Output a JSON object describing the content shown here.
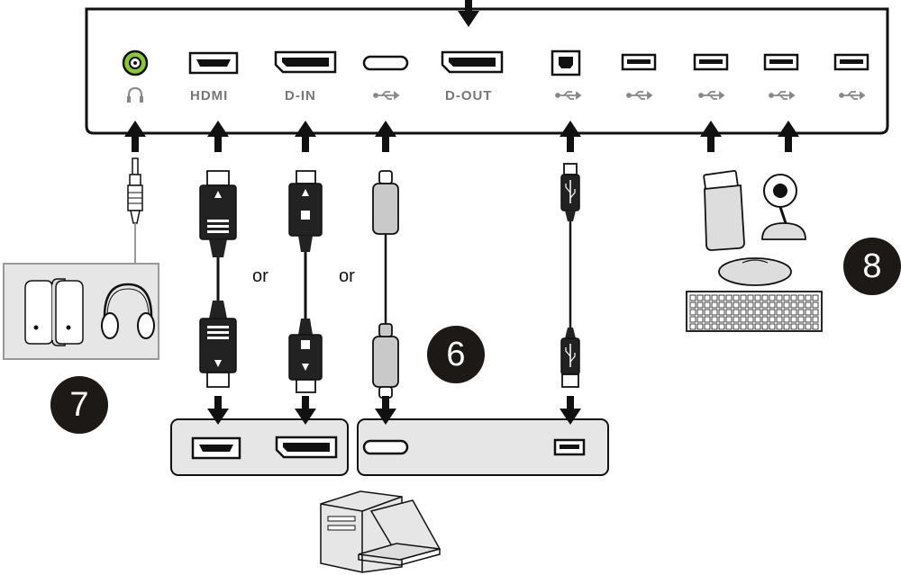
{
  "ports": {
    "hdmi_label": "HDMI",
    "dp_in_label": "D-IN",
    "dp_out_label": "D-OUT"
  },
  "connectors": {
    "or_1": "or",
    "or_2": "or"
  },
  "callouts": {
    "pc_connection": "6",
    "audio": "7",
    "usb_devices": "8"
  },
  "colors": {
    "line": "#111111",
    "audio_jack": "#8bc53f",
    "cable_fill": "#1f1f1f",
    "usbc_fill": "#c9c9c9",
    "panel_fill": "#e6e6e6",
    "badge_fill": "#1c1917"
  }
}
